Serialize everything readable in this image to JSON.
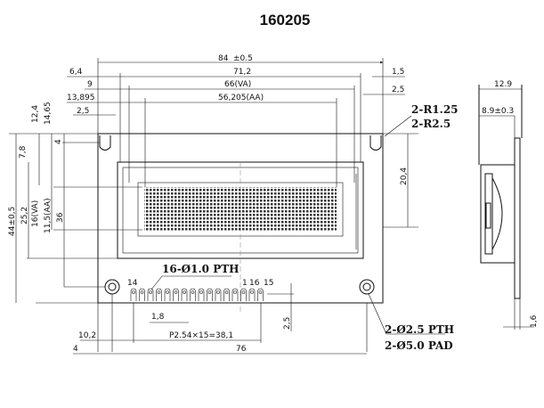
{
  "title": "160205",
  "top_dims": {
    "overall": "84",
    "overall_tol": "±0.5",
    "d71": "71,2",
    "va": "66(VA)",
    "aa": "56,205(AA)",
    "d64": "6,4",
    "d9": "9",
    "d13": "13,895",
    "d25": "2,5",
    "r15": "1,5",
    "r25": "2,5"
  },
  "left_dims": {
    "d124": "12,4",
    "d1465": "14,65",
    "d4": "4",
    "d78": "7,8",
    "d44": "44±0,5",
    "d252": "25,2",
    "va": "16(VA)",
    "aa": "11,5(AA)",
    "d36": "36"
  },
  "right_dims": {
    "d204": "20,4"
  },
  "radius_note": [
    "2-R1.25",
    "2-R2.5"
  ],
  "pins_note": "16-Ø1.0 PTH",
  "pin_labels": {
    "p14": "14",
    "p1": "1",
    "p16": "16",
    "p15": "15"
  },
  "bottom_dims": {
    "pitch": "1,8",
    "span": "P2.54×15=38,1",
    "d102": "10,2",
    "d4": "4",
    "d76": "76",
    "d25": "2,5"
  },
  "hole_note": [
    "2-Ø2.5 PTH",
    "2-Ø5.0 PAD"
  ],
  "side_dims": {
    "width": "12.9",
    "depth": "8.9±0.3",
    "pcb": "1,6"
  }
}
